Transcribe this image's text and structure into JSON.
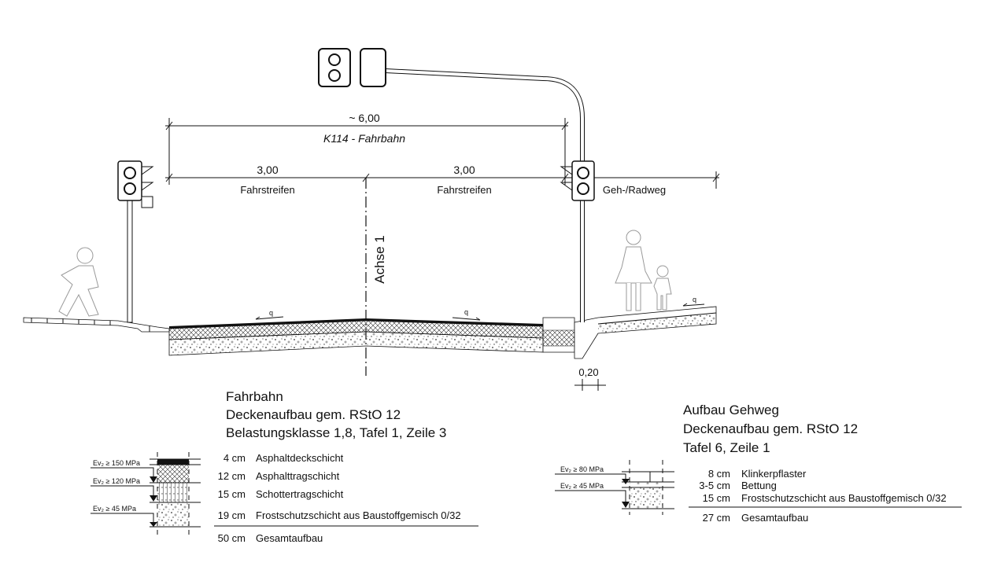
{
  "section": {
    "total_width": "~ 6,00",
    "road_name": "K114 - Fahrbahn",
    "lanes": [
      {
        "width": "3,00",
        "label": "Fahrstreifen"
      },
      {
        "width": "3,00",
        "label": "Fahrstreifen"
      }
    ],
    "sidewalk_label": "Geh-/Radweg",
    "axis_label": "Achse 1",
    "slope_label": "q",
    "curb_width": "0,20"
  },
  "road_build": {
    "title": "Fahrbahn",
    "line2": "Deckenaufbau gem. RStO 12",
    "line3": "Belastungsklasse 1,8, Tafel 1, Zeile 3",
    "ev_labels": [
      "Ev₂ ≥ 150 MPa",
      "Ev₂ ≥ 120 MPa",
      "Ev₂ ≥ 45 MPa"
    ],
    "layers": [
      {
        "thickness": "4 cm",
        "name": "Asphaltdeckschicht"
      },
      {
        "thickness": "12 cm",
        "name": "Asphalttragschicht"
      },
      {
        "thickness": "15 cm",
        "name": "Schottertragschicht"
      },
      {
        "thickness": "19 cm",
        "name": "Frostschutzschicht aus Baustoffgemisch 0/32"
      }
    ],
    "total": {
      "thickness": "50 cm",
      "name": "Gesamtaufbau"
    }
  },
  "walk_build": {
    "title": "Aufbau Gehweg",
    "line2": "Deckenaufbau gem. RStO 12",
    "line3": "Tafel 6, Zeile 1",
    "ev_labels": [
      "Ev₂ ≥ 80 MPa",
      "Ev₂ ≥ 45 MPa"
    ],
    "layers": [
      {
        "thickness": "8 cm",
        "name": "Klinkerpflaster"
      },
      {
        "thickness": "3-5 cm",
        "name": "Bettung"
      },
      {
        "thickness": "15 cm",
        "name": "Frostschutzschicht aus Baustoffgemisch 0/32"
      }
    ],
    "total": {
      "thickness": "27 cm",
      "name": "Gesamtaufbau"
    }
  }
}
